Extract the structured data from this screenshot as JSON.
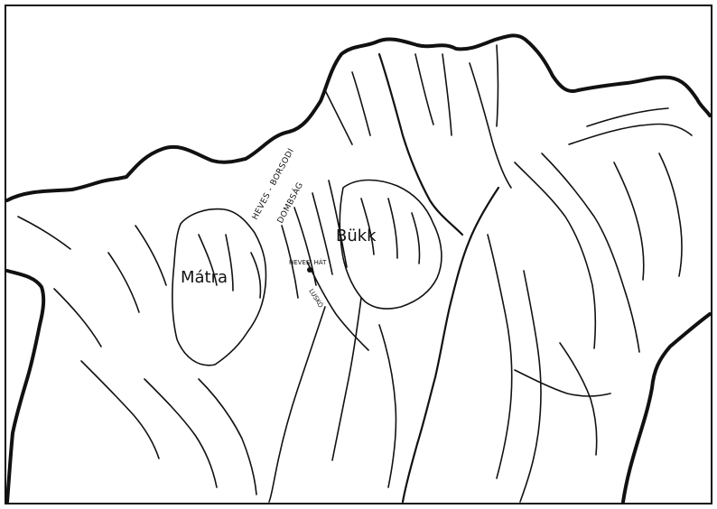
{
  "map": {
    "labels": {
      "matra": "Mátra",
      "bukk": "Bükk",
      "heves_borsod_line1": "HEVES - BORSODI",
      "heves_borsod_line2": "DOMBSÁG",
      "heves_hat": "HEVESI HÁT",
      "lusko": "LUSKÓ"
    },
    "colors": {
      "ink": "#111111",
      "paper": "#ffffff"
    }
  }
}
